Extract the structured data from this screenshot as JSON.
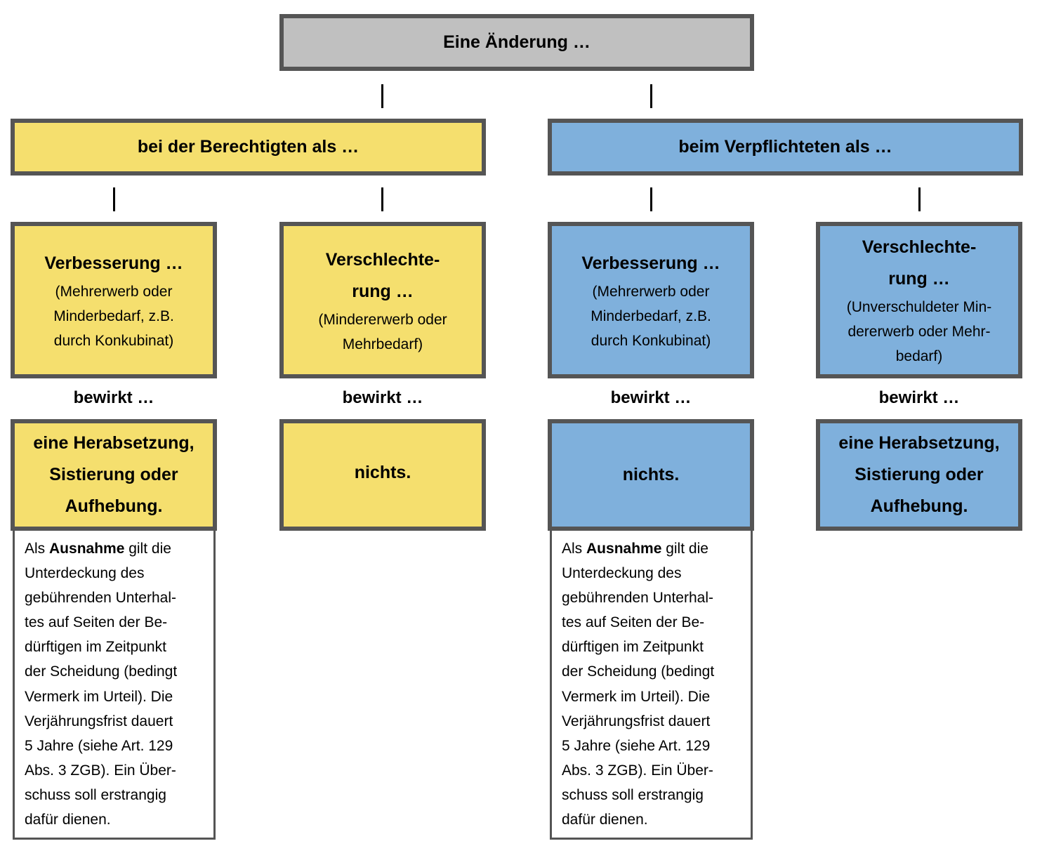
{
  "top": {
    "label": "Eine Änderung …"
  },
  "groups": [
    {
      "label": "bei der Berechtigten als …"
    },
    {
      "label": "beim Verpflichteten als …"
    }
  ],
  "cases": [
    {
      "title_lines": [
        "Verbesserung …"
      ],
      "detail_lines": [
        "(Mehrerwerb oder",
        "Minderbedarf, z.B.",
        "durch Konkubinat)"
      ],
      "effect_label": "bewirkt …",
      "result_lines": [
        "eine Herabsetzung,",
        "Sistierung oder",
        "Aufhebung."
      ]
    },
    {
      "title_lines": [
        "Verschlechte-",
        "rung …"
      ],
      "detail_lines": [
        "(Mindererwerb oder",
        "Mehrbedarf)"
      ],
      "effect_label": "bewirkt …",
      "result_lines": [
        "nichts."
      ]
    },
    {
      "title_lines": [
        "Verbesserung …"
      ],
      "detail_lines": [
        "(Mehrerwerb oder",
        "Minderbedarf, z.B.",
        "durch Konkubinat)"
      ],
      "effect_label": "bewirkt …",
      "result_lines": [
        "nichts."
      ]
    },
    {
      "title_lines": [
        "Verschlechte-",
        "rung …"
      ],
      "detail_lines": [
        "(Unverschuldeter Min-",
        "dererwerb oder Mehr-",
        "bedarf)"
      ],
      "effect_label": "bewirkt …",
      "result_lines": [
        "eine Herabsetzung,",
        "Sistierung oder",
        "Aufhebung."
      ]
    }
  ],
  "exception_note": {
    "prefix": "Als ",
    "bold": "Ausnahme",
    "suffix": " gilt die",
    "lines": [
      "Unterdeckung des",
      "gebührenden Unterhal-",
      "tes auf Seiten der Be-",
      "dürftigen im Zeitpunkt",
      "der Scheidung (bedingt",
      "Vermerk im Urteil). Die",
      "Verjährungsfrist dauert",
      "5 Jahre (siehe Art. 129",
      "Abs. 3 ZGB). Ein Über-",
      "schuss soll erstrangig",
      "dafür dienen."
    ]
  },
  "colors": {
    "top": "#c0c0c0",
    "berechtigte": "#f5df6e",
    "verpflichtete": "#7fb0dc",
    "border": "#555555"
  }
}
